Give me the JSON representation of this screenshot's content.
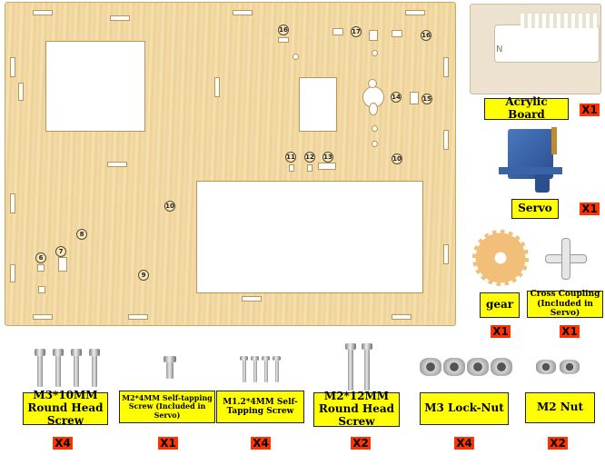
{
  "board_numbers": [
    "16",
    "17",
    "16",
    "14",
    "15",
    "11",
    "12",
    "13",
    "10",
    "10",
    "8",
    "6",
    "7",
    "9"
  ],
  "parts": [
    {
      "name": "Acrylic Board",
      "qty": "X1"
    },
    {
      "name": "Servo",
      "qty": "X1"
    },
    {
      "name": "gear",
      "qty": "X1"
    },
    {
      "name": "Cross Coupling (Included in Servo)",
      "qty": "X1"
    },
    {
      "name": "M3*10MM Round Head Screw",
      "qty": "X4"
    },
    {
      "name": "M2*4MM Self-tapping Screw (Included in Servo)",
      "qty": "X1"
    },
    {
      "name": "M1.2*4MM Self-Tapping Screw",
      "qty": "X4"
    },
    {
      "name": "M2*12MM Round Head Screw",
      "qty": "X2"
    },
    {
      "name": "M3 Lock-Nut",
      "qty": "X4"
    },
    {
      "name": "M2 Nut",
      "qty": "X2"
    }
  ],
  "acrylic_mark": "N",
  "colors": {
    "label_bg": "#ffff00",
    "qty_bg": "#ff3300",
    "wood": "#f3dca8"
  }
}
